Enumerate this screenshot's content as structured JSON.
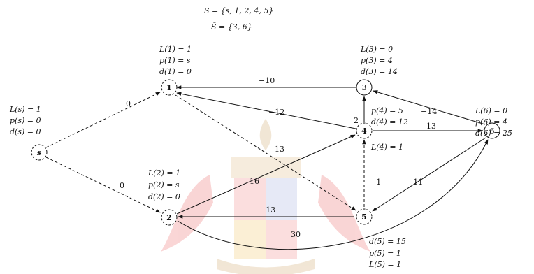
{
  "sets": {
    "S": "S = {s, 1, 2, 4, 5}",
    "S_bar": "S̄ = {3, 6}"
  },
  "nodes": {
    "s": {
      "label": "s",
      "L": "L(s) = 1",
      "p": "p(s) = 0",
      "d": "d(s) = 0",
      "dashed": true
    },
    "n1": {
      "label": "1",
      "L": "L(1) = 1",
      "p": "p(1) = s",
      "d": "d(1) = 0",
      "dashed": true
    },
    "n2": {
      "label": "2",
      "L": "L(2) = 1",
      "p": "p(2) = s",
      "d": "d(2) = 0",
      "dashed": true
    },
    "n3": {
      "label": "3",
      "L": "L(3) = 0",
      "p": "p(3) = 4",
      "d": "d(3) = 14",
      "dashed": false
    },
    "n4": {
      "label": "4",
      "L": "L(4) = 1",
      "p": "p(4) = 5",
      "d": "d(4) = 12",
      "dashed": true
    },
    "n5": {
      "label": "5",
      "L": "L(5) = 1",
      "p": "p(5) = 1",
      "d": "d(5) = 15",
      "dashed": true
    },
    "n6": {
      "label": "6",
      "L": "L(6) = 0",
      "p": "p(6) = 4",
      "d": "d(6) = 25",
      "dashed": false
    }
  },
  "edges": [
    {
      "from": "s",
      "to": "1",
      "weight": "0",
      "dashed": true
    },
    {
      "from": "s",
      "to": "2",
      "weight": "0",
      "dashed": true
    },
    {
      "from": "3",
      "to": "1",
      "weight": "−10",
      "dashed": false
    },
    {
      "from": "4",
      "to": "1",
      "weight": "−12",
      "dashed": false
    },
    {
      "from": "1",
      "to": "5",
      "weight": "13",
      "dashed": true
    },
    {
      "from": "2",
      "to": "4",
      "weight": "16",
      "dashed": false
    },
    {
      "from": "5",
      "to": "2",
      "weight": "−13",
      "dashed": false
    },
    {
      "from": "4",
      "to": "3",
      "weight": "2",
      "dashed": false
    },
    {
      "from": "6",
      "to": "3",
      "weight": "−14",
      "dashed": false
    },
    {
      "from": "4",
      "to": "6",
      "weight": "13",
      "dashed": false
    },
    {
      "from": "5",
      "to": "4",
      "weight": "−1",
      "dashed": true
    },
    {
      "from": "6",
      "to": "5",
      "weight": "−11",
      "dashed": false
    },
    {
      "from": "2",
      "to": "6",
      "weight": "30",
      "dashed": false
    }
  ]
}
